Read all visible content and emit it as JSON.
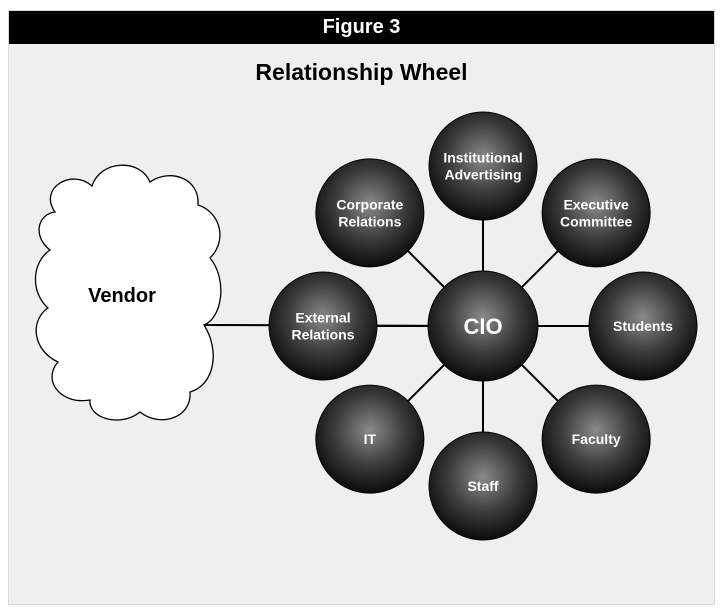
{
  "header": {
    "figure_label": "Figure 3",
    "title": "Relationship Wheel"
  },
  "diagram": {
    "center": "CIO",
    "vendor": "Vendor",
    "nodes": [
      {
        "id": "institutional-advertising",
        "lines": [
          "Institutional",
          "Advertising"
        ]
      },
      {
        "id": "executive-committee",
        "lines": [
          "Executive",
          "Committee"
        ]
      },
      {
        "id": "students",
        "lines": [
          "Students"
        ]
      },
      {
        "id": "faculty",
        "lines": [
          "Faculty"
        ]
      },
      {
        "id": "staff",
        "lines": [
          "Staff"
        ]
      },
      {
        "id": "it",
        "lines": [
          "IT"
        ]
      },
      {
        "id": "external-relations",
        "lines": [
          "External",
          "Relations"
        ]
      },
      {
        "id": "corporate-relations",
        "lines": [
          "Corporate",
          "Relations"
        ]
      }
    ]
  }
}
